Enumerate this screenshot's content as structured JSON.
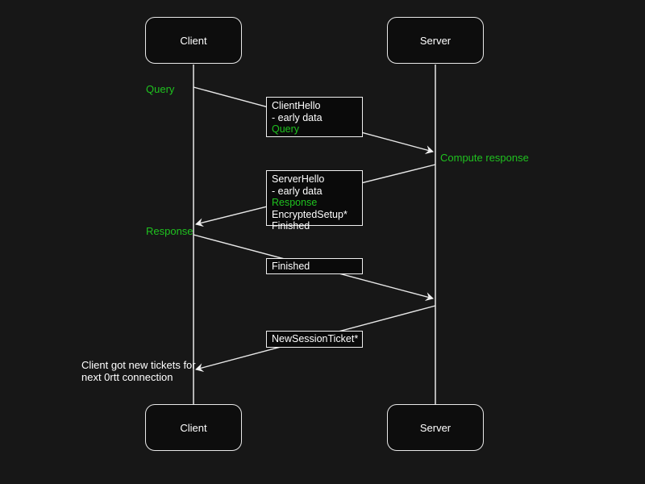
{
  "diagram": {
    "actors": {
      "client": "Client",
      "server": "Server"
    },
    "labels": {
      "query": "Query",
      "compute_response": "Compute response",
      "response": "Response"
    },
    "messages": {
      "client_hello": [
        "ClientHello",
        "- early data",
        "Query"
      ],
      "server_hello": [
        "ServerHello",
        "- early data",
        "Response",
        "EncryptedSetup*",
        "Finished"
      ],
      "finished": [
        "Finished"
      ],
      "new_session_ticket": [
        "NewSessionTicket*"
      ]
    },
    "note": [
      "Client got new tickets for",
      "next 0rtt connection"
    ],
    "colors": {
      "background": "#171717",
      "box_fill": "#0a0a0a",
      "line": "#e8e8e8",
      "text": "#ffffff",
      "highlight_green": "#1fc21f"
    }
  }
}
